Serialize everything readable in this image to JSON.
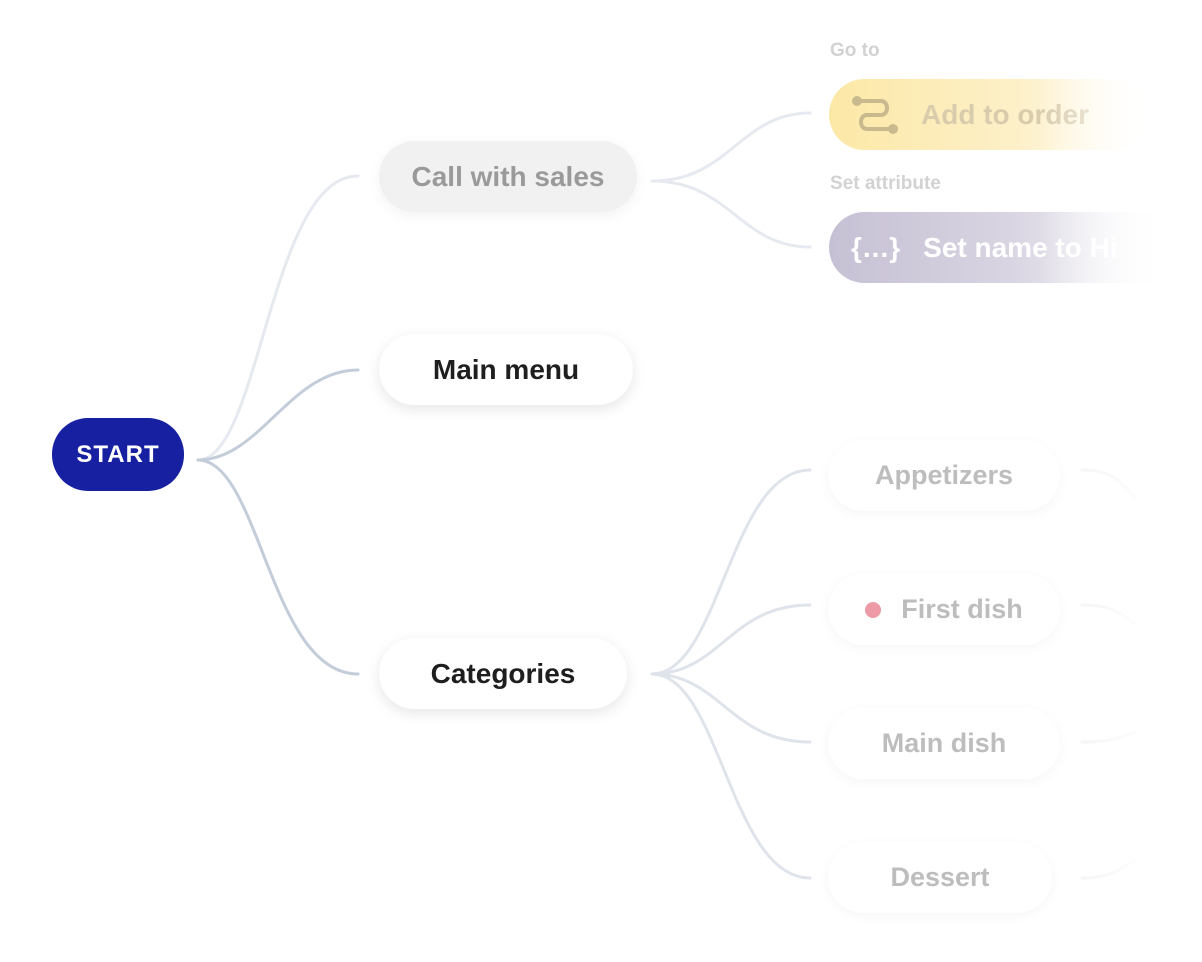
{
  "start": {
    "label": "START"
  },
  "nodes": {
    "call_with_sales": "Call with sales",
    "main_menu": "Main menu",
    "categories": "Categories"
  },
  "actions": {
    "goto": {
      "caption": "Go to",
      "label": "Add to order",
      "icon": "route-icon",
      "color": "#fce8a6"
    },
    "set_attribute": {
      "caption": "Set attribute",
      "brace": "{...}",
      "label": "Set name to Hi",
      "color": "#c6c0d4"
    }
  },
  "category_items": [
    {
      "label": "Appetizers"
    },
    {
      "label": "First dish",
      "status_color": "#ee9aa6"
    },
    {
      "label": "Main dish"
    },
    {
      "label": "Dessert"
    }
  ],
  "colors": {
    "start": "#1620a0",
    "link": "#c8d2de"
  }
}
